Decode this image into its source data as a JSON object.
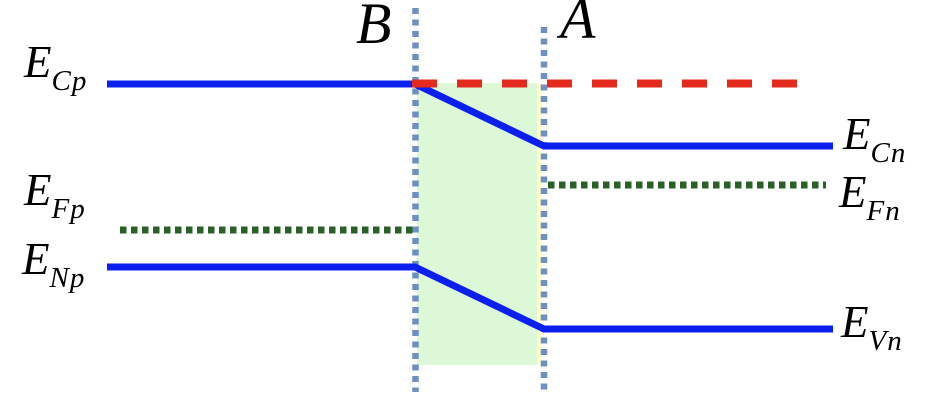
{
  "diagram": {
    "type": "semiconductor-energy-band-diagram",
    "labels": {
      "ecp": {
        "main": "E",
        "sub": "Cp"
      },
      "efp": {
        "main": "E",
        "sub": "Fp"
      },
      "enp": {
        "main": "E",
        "sub": "Np"
      },
      "ecn": {
        "main": "E",
        "sub": "Cn"
      },
      "efn": {
        "main": "E",
        "sub": "Fn"
      },
      "evn": {
        "main": "E",
        "sub": "Vn"
      },
      "boundary_b": "B",
      "boundary_a": "A"
    },
    "colors": {
      "band_line": "#0b20ee",
      "quasi_fermi_dotted": "#2a6127",
      "ecp_extension_dashed": "#e42a1c",
      "boundary_dotted": "#6e8fc0",
      "depletion_fill": "#dcf8d6",
      "depletion_right_edge": "#ffffc8",
      "label_text": "#000000",
      "background": "#ffffff"
    }
  }
}
